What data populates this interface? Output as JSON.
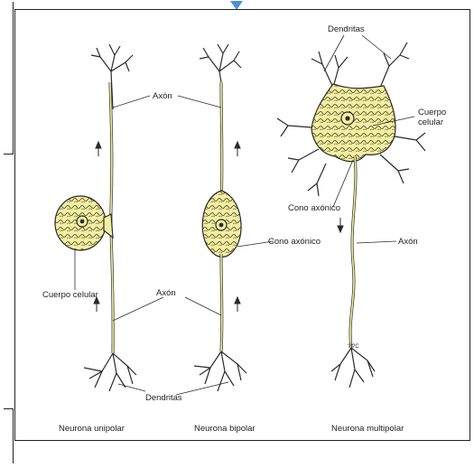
{
  "labels": {
    "dendritas_top": "Dendritas",
    "axon_top": "Axón",
    "cuerpo_celular_right_1": "Cuerpo",
    "cuerpo_celular_right_2": "celular",
    "cono_axonico_left": "Cono axónico",
    "cono_axonico_mid": "Cono axónico",
    "axon_right": "Axón",
    "cuerpo_celular_left": "Cuerpo celular",
    "axon_mid": "Axón",
    "dendritas_bottom": "Dendritas",
    "abbrev": "?I?C"
  },
  "captions": {
    "unipolar": "Neurona unipolar",
    "bipolar": "Neurona bipolar",
    "multipolar": "Neurona multipolar"
  },
  "colors": {
    "cell_fill": "#f3eea0",
    "outline": "#2a2a2a",
    "marker": "#4a90d9"
  }
}
